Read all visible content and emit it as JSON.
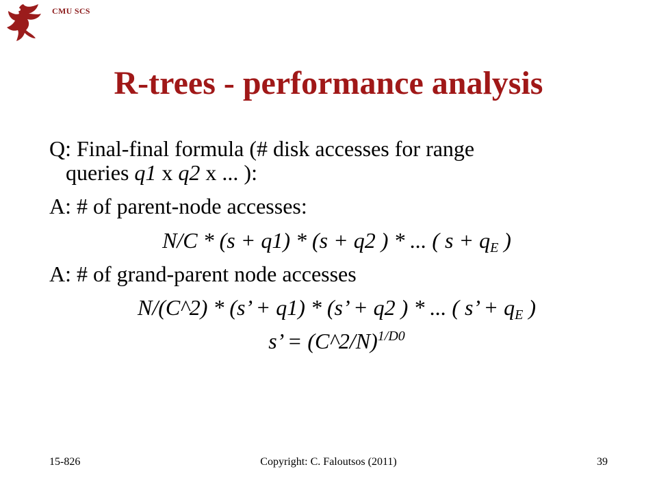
{
  "header": {
    "org": "CMU SCS",
    "logo_icon": "griffin-icon",
    "brand_color": "#8b1a1a"
  },
  "slide": {
    "title": "R-trees - performance analysis",
    "title_color": "#a01818",
    "q_line1": "Q: Final-final formula (# disk accesses for range",
    "q_line2_a": "queries ",
    "q_line2_q1": "q1",
    "q_line2_b": " x ",
    "q_line2_q2": "q2",
    "q_line2_c": " x ... ):",
    "a1": "A: # of parent-node accesses:",
    "f1_main": "N/C * (s + q1) * (s + q2 ) * ... ( s + q",
    "f1_sub": "E",
    "f1_end": " )",
    "a2": "A: # of grand-parent node accesses",
    "f2_main": "N/(C^2) * (s’ + q1) * (s’ + q2 ) * ... ( s’ + q",
    "f2_sub": "E",
    "f2_end": " )",
    "f3_main": "s’ = (C^2/N)",
    "f3_sup": "1/D0"
  },
  "footer": {
    "course": "15-826",
    "copyright": "Copyright: C. Faloutsos (2011)",
    "page": "39"
  }
}
